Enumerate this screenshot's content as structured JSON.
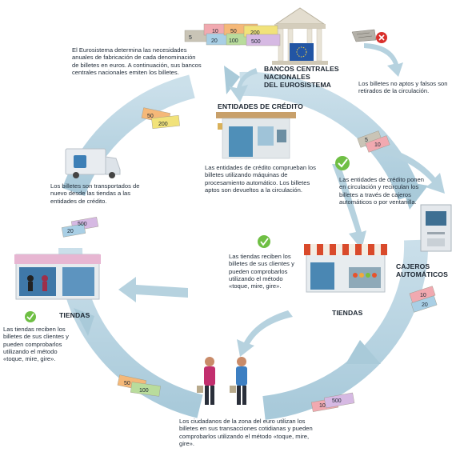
{
  "colors": {
    "cycle": "#aacbdc",
    "cycle_dark": "#8fb6cb",
    "check": "#6fbf44",
    "reject": "#d9302c",
    "awning_red": "#d94a2b",
    "awning_white": "#f3ede3",
    "van": "#e6ebf0",
    "bank": "#d9d5c8"
  },
  "banknotes": {
    "main": [
      "5",
      "10",
      "20",
      "50",
      "100",
      "200",
      "500"
    ],
    "credit": [
      "50",
      "200"
    ],
    "van": [
      "500",
      "20"
    ],
    "atm": [
      "10",
      "20"
    ],
    "bottom_left": [
      "50",
      "100"
    ],
    "bottom_right": [
      "10",
      "500"
    ],
    "recirculation": [
      "5",
      "10"
    ]
  },
  "bank": {
    "title_line1": "BANCOS CENTRALES NACIONALES",
    "title_line2": "DEL EUROSISTEMA"
  },
  "eurosystem_text": "El Eurosistema determina las necesidades anuales de fabricación de cada denominación de billetes en euros. A continuación, sus bancos centrales nacionales emiten los billetes.",
  "rejected_text": "Los billetes no aptos y falsos son retirados de la circulación.",
  "credit": {
    "title": "ENTIDADES DE CRÉDITO",
    "text": "Las entidades de crédito comprueban los billetes utilizando máquinas de procesamiento automático. Los billetes aptos son devueltos a la circulación."
  },
  "van_text": "Los billetes son transportados de nuevo desde las tiendas a las entidades de crédito.",
  "recirculation_text": "Las entidades de crédito ponen en circulación y recirculan los billetes a través de cajeros automáticos o por ventanilla.",
  "atm_title": "CAJEROS AUTOMÁTICOS",
  "center_text": "Las tiendas reciben los billetes de sus clientes y pueden comprobarlos utilizando el método «toque, mire, gire».",
  "shop_center_title": "TIENDAS",
  "shop_left_title": "TIENDAS",
  "shop_left_text": "Las tiendas reciben los billetes de sus clientes y pueden comprobarlos utilizando el método «toque, mire, gire».",
  "citizens_text": "Los ciudadanos de la zona del euro utilizan los billetes en sus transacciones cotidianas y pueden comprobarlos utilizando el método «toque, mire, gire»."
}
